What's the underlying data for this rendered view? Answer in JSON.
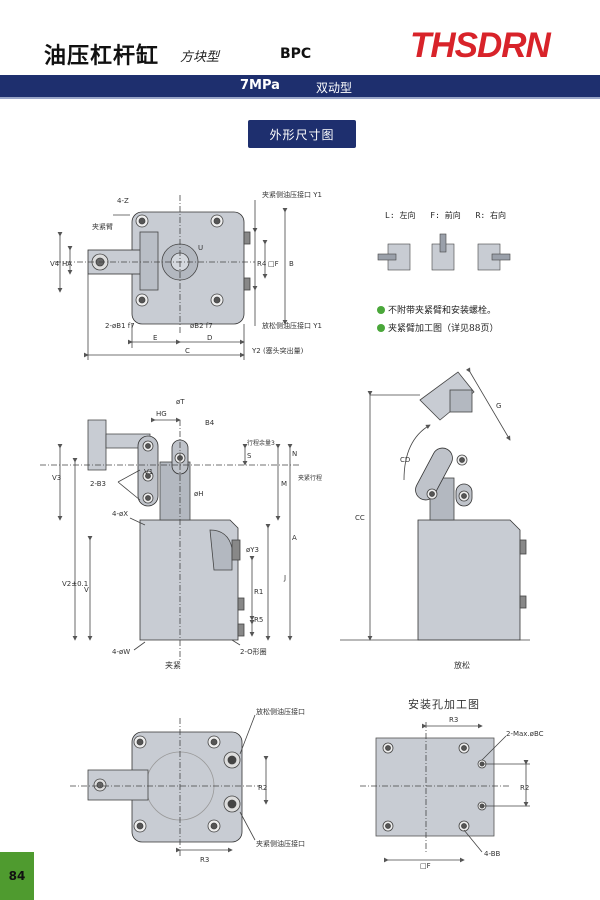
{
  "header": {
    "title": "油压杠杆缸",
    "subtitle": "方块型",
    "model": "BPC",
    "brand": "THSDRN",
    "pressure": "7MPa",
    "action": "双动型"
  },
  "section": {
    "title": "外形尺寸图"
  },
  "orientation": {
    "left": "L: 左向",
    "front": "F: 前向",
    "right": "R: 右向"
  },
  "notes": [
    "不附带夹紧臂和安装螺栓。",
    "夹紧臂加工图（详见88页）"
  ],
  "top_view": {
    "label_4z": "4-Z",
    "label_arm": "夹紧臂",
    "label_clamp_port": "夹紧侧油压接口 Y1",
    "label_release_port": "放松侧油压接口 Y1",
    "label_v4": "V4",
    "label_ha": "HA",
    "label_u": "U",
    "label_r4": "R4",
    "label_f": "□F",
    "label_b": "B",
    "label_b1": "2-øB1 f7",
    "label_b2": "øB2 f7",
    "label_e": "E",
    "label_d": "D",
    "label_c": "C",
    "label_y2": "Y2 (塞头突出量)"
  },
  "side_view": {
    "label_hg": "HG",
    "label_t": "øT",
    "label_b4": "B4",
    "label_stroke": "行程余量3",
    "label_s": "S",
    "label_n": "N",
    "label_v3": "V3",
    "label_v1": "V1",
    "label_b3": "2-B3",
    "label_h": "øH",
    "label_m": "M",
    "label_clamp_stroke": "夹紧行程",
    "label_x": "4-øX",
    "label_y3": "øY3",
    "label_a": "A",
    "label_v2": "V2±0.1",
    "label_v": "V",
    "label_j": "J",
    "label_r1": "R1",
    "label_r5": "R5",
    "label_w": "4-øW",
    "label_o": "2-O形圈",
    "caption_clamp": "夹紧",
    "label_g": "G",
    "label_cd": "CD",
    "label_cc": "CC",
    "caption_release": "放松"
  },
  "bottom_view": {
    "label_release_port": "放松侧油压接口",
    "label_clamp_port": "夹紧侧油压接口",
    "label_r2": "R2",
    "label_r3": "R3"
  },
  "install": {
    "title": "安装孔加工图",
    "label_r3": "R3",
    "label_bc": "2-Max.øBC",
    "label_r2": "R2",
    "label_f": "□F",
    "label_bb": "4-BB"
  },
  "page_number": "84",
  "colors": {
    "brand": "#d8232a",
    "band": "#1e2f6e",
    "body_fill": "#c8ccd3",
    "page_tab": "#4f9b2f",
    "note_bullet": "#4aa73a"
  }
}
